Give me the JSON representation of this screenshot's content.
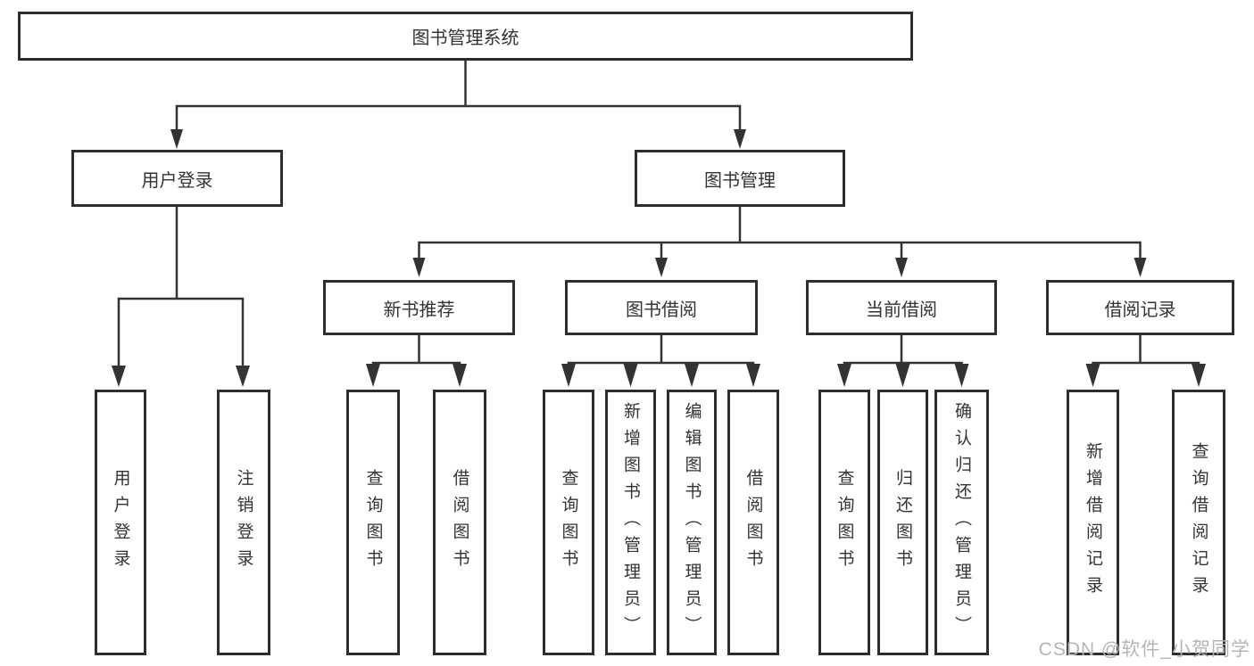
{
  "diagram": {
    "root": {
      "label": "图书管理系统"
    },
    "level2": [
      {
        "label": "用户登录",
        "parent": "图书管理系统"
      },
      {
        "label": "图书管理",
        "parent": "图书管理系统"
      }
    ],
    "level3": [
      {
        "label": "新书推荐",
        "parent": "图书管理"
      },
      {
        "label": "图书借阅",
        "parent": "图书管理"
      },
      {
        "label": "当前借阅",
        "parent": "图书管理"
      },
      {
        "label": "借阅记录",
        "parent": "图书管理"
      }
    ],
    "leaves": [
      {
        "label": "用户登录",
        "parent": "用户登录"
      },
      {
        "label": "注销登录",
        "parent": "用户登录"
      },
      {
        "label": "查询图书",
        "parent": "新书推荐"
      },
      {
        "label": "借阅图书",
        "parent": "新书推荐"
      },
      {
        "label": "查询图书",
        "parent": "图书借阅"
      },
      {
        "label": "新增图书（管理员）",
        "parent": "图书借阅"
      },
      {
        "label": "编辑图书（管理员）",
        "parent": "图书借阅"
      },
      {
        "label": "借阅图书",
        "parent": "图书借阅"
      },
      {
        "label": "查询图书",
        "parent": "当前借阅"
      },
      {
        "label": "归还图书",
        "parent": "当前借阅"
      },
      {
        "label": "确认归还（管理员）",
        "parent": "当前借阅"
      },
      {
        "label": "新增借阅记录",
        "parent": "借阅记录"
      },
      {
        "label": "查询借阅记录",
        "parent": "借阅记录"
      }
    ]
  },
  "watermark": {
    "text": "CSDN @软件_小贺同学"
  },
  "colors": {
    "line": "#333333",
    "border": "#2e2e2e",
    "text": "#333333",
    "background": "#ffffff",
    "watermark": "#b5b5b5"
  }
}
